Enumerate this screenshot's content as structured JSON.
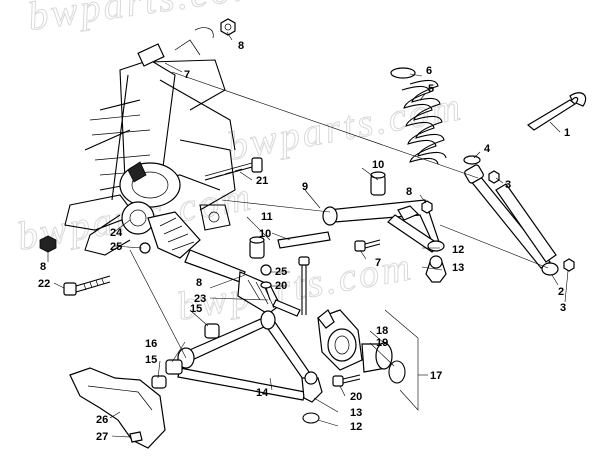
{
  "diagram": {
    "watermark": "bwparts.com",
    "callouts": [
      {
        "id": "c1",
        "text": "1"
      },
      {
        "id": "c2",
        "text": "2"
      },
      {
        "id": "c3a",
        "text": "3"
      },
      {
        "id": "c3b",
        "text": "3"
      },
      {
        "id": "c4",
        "text": "4"
      },
      {
        "id": "c5",
        "text": "5"
      },
      {
        "id": "c6",
        "text": "6"
      },
      {
        "id": "c7a",
        "text": "7"
      },
      {
        "id": "c7b",
        "text": "7"
      },
      {
        "id": "c8a",
        "text": "8"
      },
      {
        "id": "c8b",
        "text": "8"
      },
      {
        "id": "c8c",
        "text": "8"
      },
      {
        "id": "c8d",
        "text": "8"
      },
      {
        "id": "c9",
        "text": "9"
      },
      {
        "id": "c10a",
        "text": "10"
      },
      {
        "id": "c10b",
        "text": "10"
      },
      {
        "id": "c11",
        "text": "11"
      },
      {
        "id": "c12a",
        "text": "12"
      },
      {
        "id": "c12b",
        "text": "12"
      },
      {
        "id": "c13a",
        "text": "13"
      },
      {
        "id": "c13b",
        "text": "13"
      },
      {
        "id": "c14",
        "text": "14"
      },
      {
        "id": "c15a",
        "text": "15"
      },
      {
        "id": "c15b",
        "text": "15"
      },
      {
        "id": "c16",
        "text": "16"
      },
      {
        "id": "c17",
        "text": "17"
      },
      {
        "id": "c18",
        "text": "18"
      },
      {
        "id": "c19",
        "text": "19"
      },
      {
        "id": "c20a",
        "text": "20"
      },
      {
        "id": "c20b",
        "text": "20"
      },
      {
        "id": "c21",
        "text": "21"
      },
      {
        "id": "c22",
        "text": "22"
      },
      {
        "id": "c23",
        "text": "23"
      },
      {
        "id": "c24",
        "text": "24"
      },
      {
        "id": "c25a",
        "text": "25"
      },
      {
        "id": "c25b",
        "text": "25"
      },
      {
        "id": "c26",
        "text": "26"
      },
      {
        "id": "c27",
        "text": "27"
      }
    ]
  }
}
